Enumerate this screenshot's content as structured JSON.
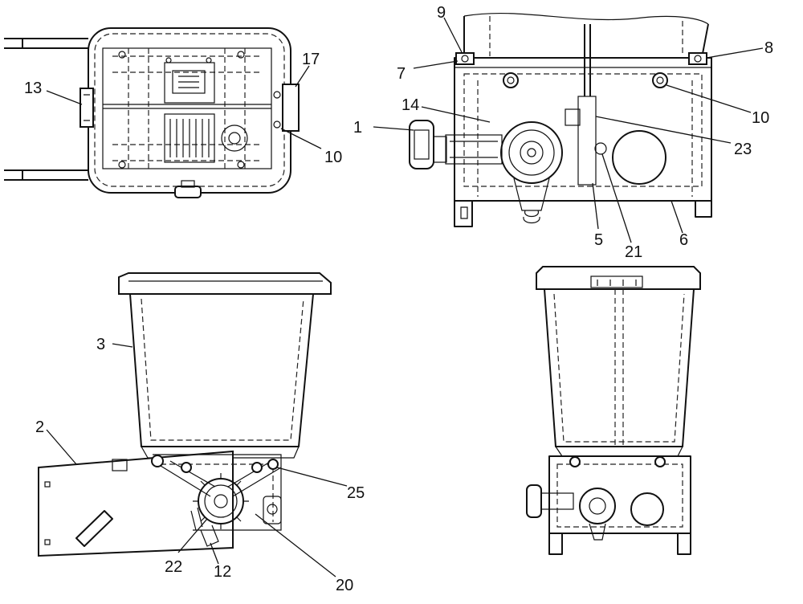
{
  "callouts": [
    {
      "label": "9"
    },
    {
      "label": "8"
    },
    {
      "label": "7"
    },
    {
      "label": "17"
    },
    {
      "label": "13"
    },
    {
      "label": "14"
    },
    {
      "label": "10"
    },
    {
      "label": "1"
    },
    {
      "label": "23"
    },
    {
      "label": "10"
    },
    {
      "label": "5"
    },
    {
      "label": "21"
    },
    {
      "label": "6"
    },
    {
      "label": "3"
    },
    {
      "label": "2"
    },
    {
      "label": "25"
    },
    {
      "label": "22"
    },
    {
      "label": "12"
    },
    {
      "label": "20"
    }
  ]
}
